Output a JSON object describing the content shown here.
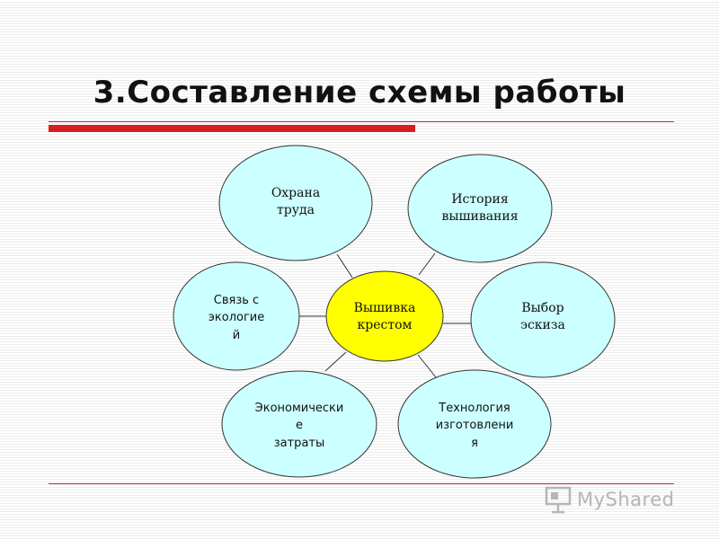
{
  "slide": {
    "title": "3.Составление схемы работы"
  },
  "diagram": {
    "center": {
      "label": "Вышивка\nкрестом",
      "fill": "#ffff00"
    },
    "satellite_fill": "#ccffff",
    "nodes": [
      {
        "id": "okhrana",
        "label": "Охрана\nтруда"
      },
      {
        "id": "istoriya",
        "label": "История\nвышивания"
      },
      {
        "id": "vybor",
        "label": "Выбор\nэскиза"
      },
      {
        "id": "tekhnologiya",
        "label": "Технология\nизготовлени\nя"
      },
      {
        "id": "ekonomicheskie",
        "label": "Экономически\nе\nзатраты"
      },
      {
        "id": "svyaz",
        "label": "Связь с\nэкологие\nй"
      }
    ]
  },
  "watermark": {
    "text": "MyShared"
  },
  "colors": {
    "accent_red": "#d62020",
    "outline": "#333333"
  }
}
